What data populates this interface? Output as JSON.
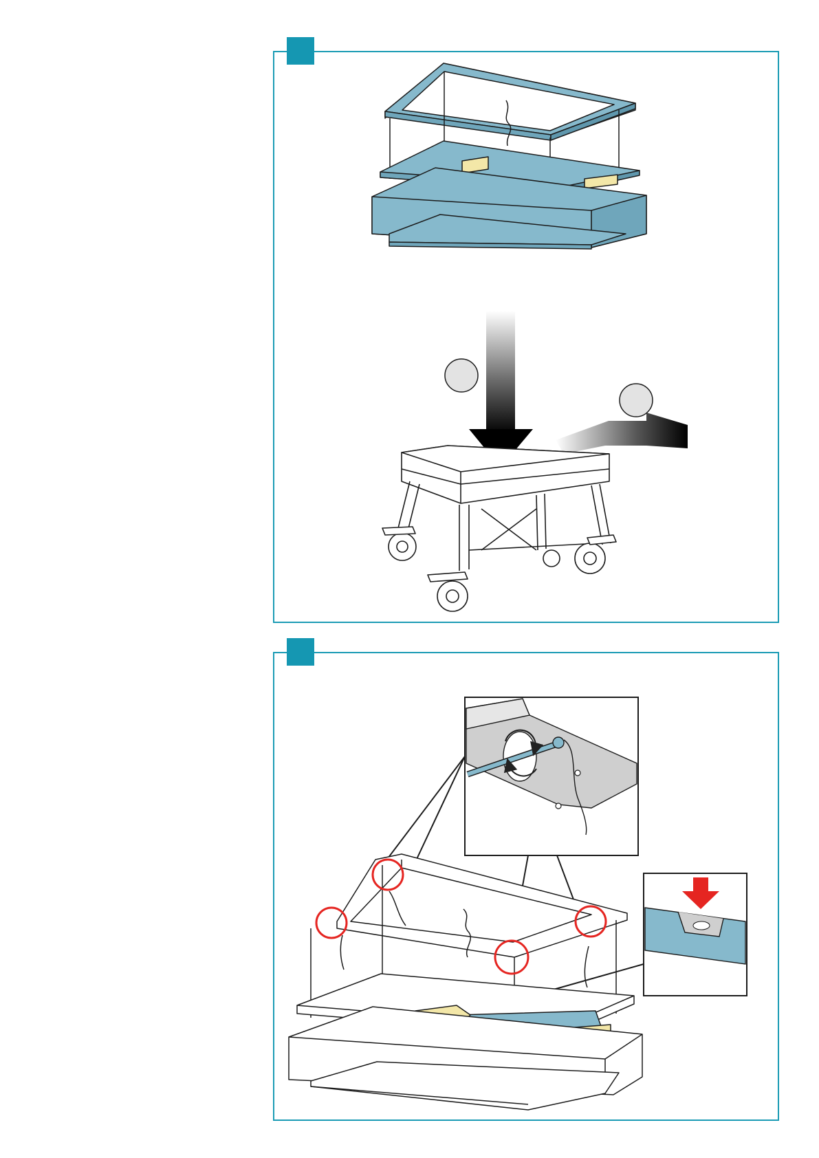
{
  "colors": {
    "frame_border": "#1a9bb4",
    "step_badge": "#1597b2",
    "part_blue": "#86b9cc",
    "bracket_yellow": "#f3e7a8",
    "highlight_red": "#e52521",
    "arrow_gray": "#d9d9d9"
  },
  "panels": [
    {
      "step_icon": "step-badge",
      "contents": [
        "frame-assembly",
        "down-arrow",
        "right-arrow",
        "lift-trolley"
      ]
    },
    {
      "step_icon": "step-badge",
      "contents": [
        "ceiling-frame-assembly",
        "screw-detail-callout",
        "level-detail-callout"
      ]
    }
  ]
}
